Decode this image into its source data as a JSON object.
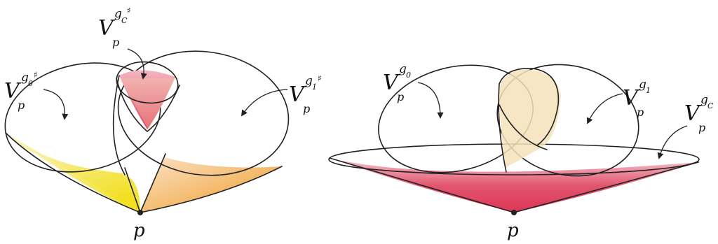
{
  "point_label": "p",
  "left_panel": {
    "labels": {
      "v0": {
        "base": "V",
        "sub": "p",
        "sup": "g",
        "supsub": "0",
        "mark": "♯"
      },
      "vC": {
        "base": "V",
        "sub": "p",
        "sup": "g",
        "supsub": "C",
        "mark": "♯"
      },
      "v1": {
        "base": "V",
        "sub": "p",
        "sup": "g",
        "supsub": "1",
        "mark": "♯"
      }
    },
    "colors": {
      "yellow": "#f4e23a",
      "orange": "#eb9b2a",
      "red": "#e0405c",
      "outline": "#222222"
    }
  },
  "right_panel": {
    "labels": {
      "v0": {
        "base": "V",
        "sub": "p",
        "sup": "g",
        "supsub": "0",
        "mark": ""
      },
      "v1": {
        "base": "V",
        "sub": "p",
        "sup": "g",
        "supsub": "1",
        "mark": ""
      },
      "vC": {
        "base": "V",
        "sub": "p",
        "sup": "g",
        "supsub": "C",
        "mark": ""
      }
    },
    "colors": {
      "yellow": "#f4e23a",
      "orange": "#eb9b2a",
      "red": "#e0405c",
      "outline": "#222222"
    }
  }
}
